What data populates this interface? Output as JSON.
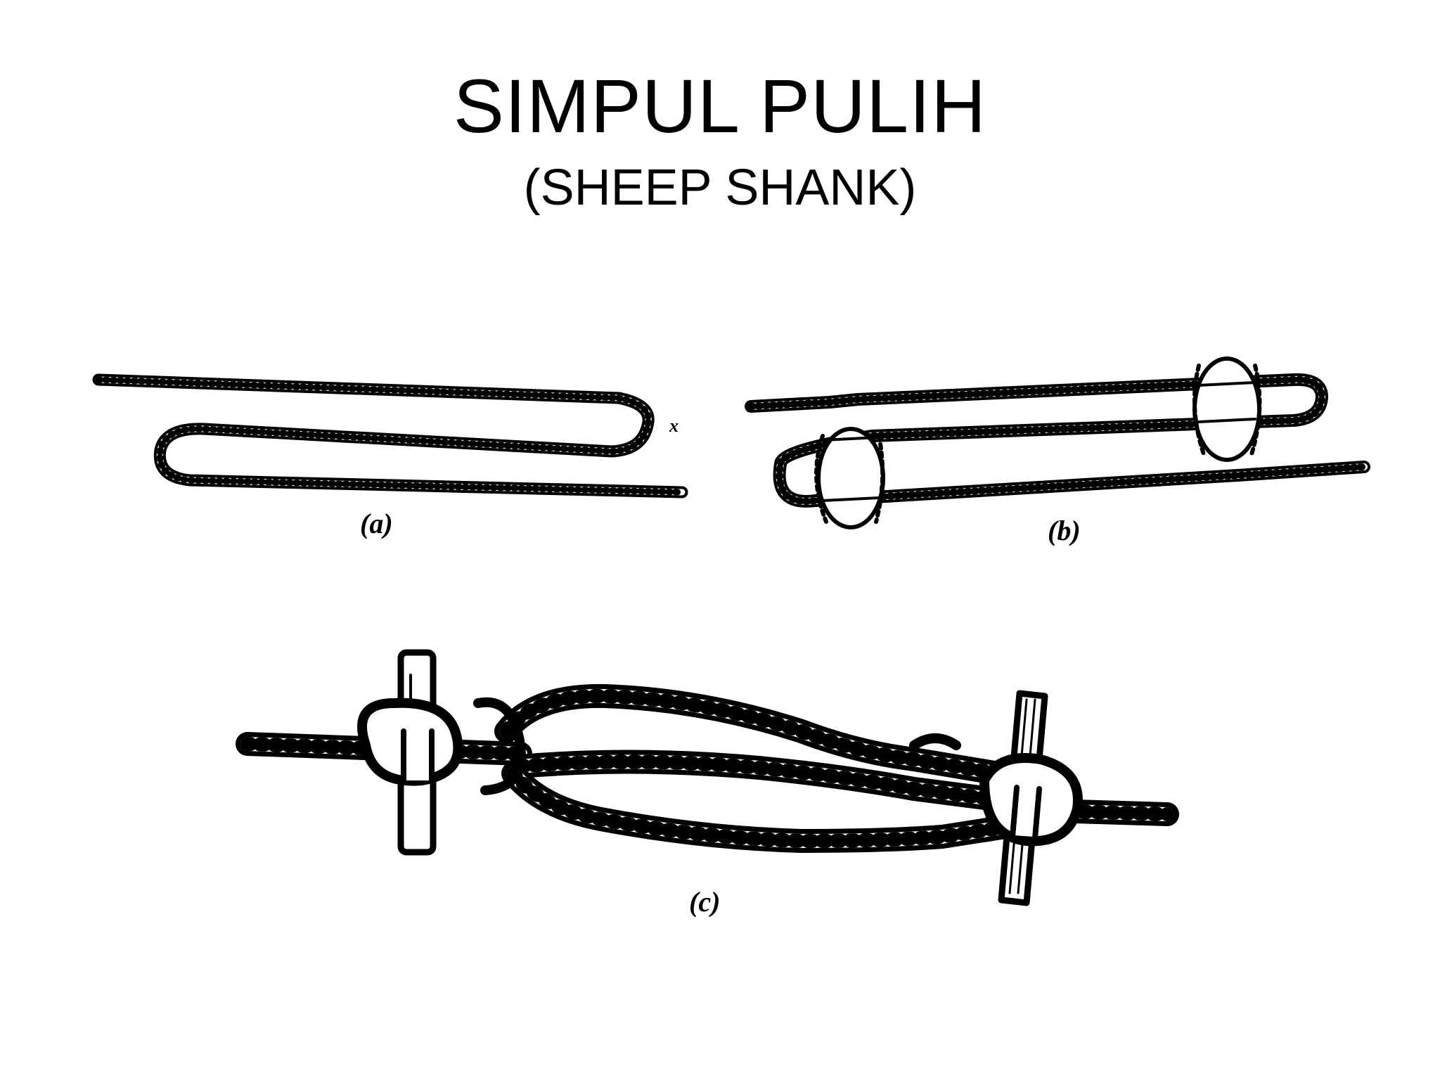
{
  "title": "SIMPUL PULIH",
  "subtitle": "(SHEEP SHANK)",
  "figures": {
    "a": {
      "label": "(a)",
      "marker": "x"
    },
    "b": {
      "label": "(b)"
    },
    "c": {
      "label": "(c)"
    }
  }
}
